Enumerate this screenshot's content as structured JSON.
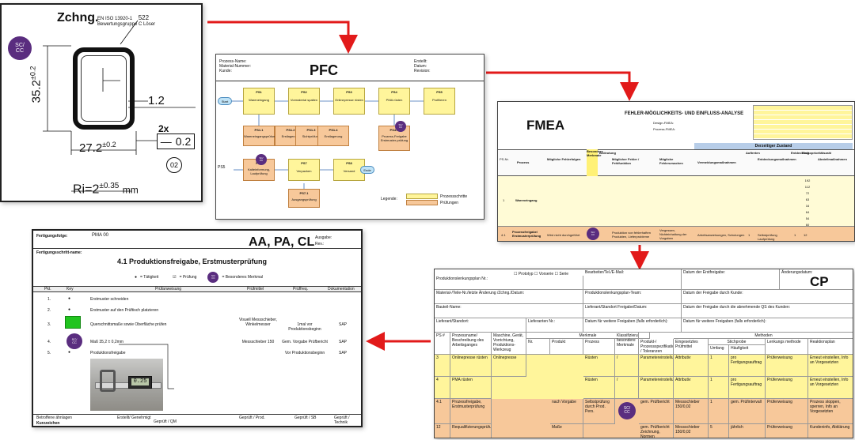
{
  "drawing": {
    "title": "Zchng.",
    "standard": "EN ISO 13920-1",
    "group": "Bewertungsgruppe C",
    "tol_ref": "522",
    "tol_note": "Löser",
    "badge": "SC/\nCC",
    "dim_height": "35.2",
    "dim_height_tol": "±0.2",
    "dim_thickness": "1.2",
    "dim_width": "27.2",
    "dim_width_tol": "±0.2",
    "count": "2x",
    "flatness_symbol": "—",
    "flatness_value": "0.2",
    "balloon": "02",
    "radius": "Ri=2",
    "radius_tol": "±0.35",
    "radius_unit": "mm"
  },
  "pfc": {
    "title": "PFC",
    "meta_left": [
      "Prozess-Name:",
      "Material-Nummer:",
      "Kunde:"
    ],
    "meta_right": [
      "Erstellt:",
      "Datum:",
      "Revision:"
    ],
    "start": "Start",
    "end": "Ende",
    "steps": [
      {
        "id": "PS1",
        "label": "Wareneingang"
      },
      {
        "id": "PS2",
        "label": "Vormaterial spalten"
      },
      {
        "id": "PS3",
        "label": "Onlinepresse rüsten"
      },
      {
        "id": "PS4",
        "label": "PMA rüsten"
      },
      {
        "id": "PS5",
        "label": "Profilieren"
      }
    ],
    "checks": [
      {
        "id": "PS1.1",
        "label": "Wareneingangsprüfung"
      },
      {
        "id": "PS1.2",
        "label": "Erstlagerung"
      },
      {
        "id": "PS1.3",
        "label": "Sichtprüfung"
      },
      {
        "id": "PS1.4",
        "label": "Erstlagerung"
      },
      {
        "id": "PS4.1",
        "label": "Prozess-Freigabe Erstmuster-prüfung"
      }
    ],
    "row2_label": "PS5",
    "row2_steps": [
      {
        "id": "PS6",
        "label": "Kalteinformung, Laufprüfung"
      },
      {
        "id": "PS7",
        "label": "Verpacken"
      },
      {
        "id": "PS8",
        "label": "Versand"
      }
    ],
    "row2_check": {
      "id": "PS7.1",
      "label": "Ausgangsprüfung"
    },
    "legend_title": "Legende:",
    "legend": [
      "Prozessschritte",
      "Prüfungen"
    ],
    "badge": "SC/\nCC"
  },
  "fmea": {
    "title": "FMEA",
    "heading": "FEHLER-MÖGLICHKEITS- UND EINFLUSS-ANALYSE",
    "design": "Design-FMEA:",
    "process": "Prozess-FMEA:",
    "current_state": "Derzeitiger Zustand",
    "columns": [
      "PS-Nr.",
      "Prozess",
      "Mögliche Fehlerfolgen",
      "Besondere Merkmale",
      "Bedeutung",
      "Möglicher Fehler / Fehlfunktion",
      "Mögliche Fehlerursachen",
      "Vermeidungsmaßnahmen",
      "Auftreten",
      "Entdeckungsmaßnahmen",
      "Entdeckung",
      "Risikoprioritätszahl",
      "Abstellmaßnahmen"
    ],
    "row1_ps": "1",
    "row1_process": "Wareneingang",
    "row41_ps": "4.1",
    "row41_process": "Prozessfreigabe/ Erstmusterprüfung",
    "row41_effect": "Wird nicht durchgeführt",
    "row41_failure": "Produktion von fehlerhaften Produkten, Lieferprobleme",
    "row41_cause": "Vergessen, Nichteinhaltung der Vorgaben",
    "row41_prevent": "Arbeitsanweisungen, Schulungen",
    "row41_detect": "Selbstprüfung Laufprüfung",
    "row41_occ": "1",
    "row41_det": "1",
    "row41_rpz": "12",
    "rpz_values": [
      "192",
      "112",
      "72",
      "63",
      "16",
      "64",
      "54",
      "60"
    ],
    "badge": "SC/\nCC"
  },
  "cp": {
    "title": "CP",
    "checkboxes": [
      "Prototyp",
      "Vorserie",
      "Serie"
    ],
    "header_cells": [
      "Produktionslenkungsplan Nr.:",
      "Bearbeiter/Tel./E-Mail:",
      "Datum der Erstfreigabe:",
      "Änderungsdatum:",
      "Material-/Teile-Nr./letzte Änderung /Zchng./Datum:",
      "Produktionslenkungsplan-Team:",
      "Datum der Freigabe durch Kunde:",
      "Bauteil-Name:",
      "Lieferant/Standort Freigabe/Datum:",
      "Datum der Freigabe durch die abnehmende QS des Kunden:",
      "Lieferant/Standort:",
      "Lieferanten Nr.:",
      "Datum für weitere Freigaben (falls erforderlich):",
      "Datum für weitere Freigaben (falls erforderlich):"
    ],
    "group_headers": [
      "Merkmale",
      "Methoden"
    ],
    "columns": [
      "PS #",
      "Prozessname/ Beschreibung des Arbeitsganges",
      "Maschine, Gerät, Vorrichtung, Produktions-Werkzeug",
      "Nr.",
      "Produkt",
      "Prozess",
      "Klassifizierung besondere Merkmale",
      "Produkt-/ Prozessspezifikation / Toleranzen",
      "Eingesetztes Prüfmittel",
      "Umfang",
      "Häufigkeit",
      "Lenkungs methode",
      "Reaktionsplan"
    ],
    "stichprobe": "Stichprobe",
    "rows": [
      {
        "ps": "3",
        "name": "Onlinepresse rüsten",
        "machine": "Onlinepresse",
        "nr": "",
        "product": "",
        "process": "Rüsten",
        "class": "/",
        "spec": "Parametereinstellung",
        "gauge": "Attributiv",
        "size": "1",
        "freq": "pro Fertigungsauftrag",
        "control": "Prüferweisung",
        "reaction": "Erneut einstellen, Info an Vorgesetzten"
      },
      {
        "ps": "4",
        "name": "PMA rüsten",
        "machine": "",
        "nr": "",
        "product": "",
        "process": "Rüsten",
        "class": "/",
        "spec": "Parametereinstellung",
        "gauge": "Attributiv",
        "size": "1",
        "freq": "pro Fertigungsauftrag",
        "control": "Prüferweisung",
        "reaction": "Erneut einstellen, Info an Vorgesetzten"
      },
      {
        "ps": "4.1",
        "name": "Prozessfreigabe, Erstmusterprüfung",
        "machine": "",
        "nr": "",
        "product": "nach Vorgabe",
        "process": "Selbstprüfung durch Prod. Pers.",
        "class": "",
        "spec": "gem. Prüfbericht",
        "gauge": "Messschieber 150/0,02",
        "size": "1",
        "freq": "gem. Prüfintervall",
        "control": "Prüferweisung",
        "reaction": "Prozess stoppen, sperren, Info an Vorgesetzten"
      },
      {
        "ps": "12",
        "name": "Requalifizierungsprüfung",
        "machine": "",
        "nr": "",
        "product": "Maße",
        "process": "",
        "class": "",
        "spec": "gem. Prüfbericht Zeichnung, Normen",
        "gauge": "Messschieber 150/0,02",
        "size": "5",
        "freq": "jährlich",
        "control": "Prüferweisung",
        "reaction": "Kundeninfo, Abklärung"
      }
    ],
    "badge": "SC/\nCC"
  },
  "aa": {
    "label_nr": "Fertigungsfolge:",
    "value_nr": "PMA 00",
    "title": "AA, PA, CL",
    "issue": "Ausgabe:",
    "rev": "Rev.:",
    "step_label": "Fertigungsschritt-name:",
    "heading": "4.1 Produktionsfreigabe, Erstmusterprüfung",
    "legend_activity": "= Tätigkeit",
    "legend_check": "= Prüfung",
    "legend_special": "= Besonderes Merkmal",
    "badge": "SC/\nCC",
    "columns": [
      "Pkt.",
      "Key",
      "Prüfanweisung",
      "Prüfmittel",
      "Prüffreq.",
      "Dokumentation"
    ],
    "rows": [
      {
        "pkt": "1.",
        "text": "Erstmuster schneiden",
        "gauge": "",
        "freq": "",
        "doc": ""
      },
      {
        "pkt": "2.",
        "text": "Erstmuster auf den Prüftisch platzieren",
        "gauge": "",
        "freq": "",
        "doc": ""
      },
      {
        "pkt": "3.",
        "text": "Querschnittsmaße sowie Oberfläche prüfen",
        "gauge": "Visuell Messschieber, Winkelmesser",
        "freq": "1mal vor Produktionsbeginn",
        "doc": "SAP"
      },
      {
        "pkt": "4.",
        "text": "Maß 35,2 ± 0,2mm",
        "gauge": "Messschieber 150",
        "freq": "Gem. Vorgabe Prüfbericht",
        "doc": "SAP"
      },
      {
        "pkt": "5.",
        "text": "Produktionsfreigabe",
        "gauge": "",
        "freq": "Vor Produktionsbeginn",
        "doc": "SAP"
      }
    ],
    "photo_text": "0.25",
    "footer": [
      "Betroffene ähnlagen",
      "Kurzzeichen",
      "Erstellt/ Genehmigt",
      "Geprüft / QM",
      "Geprüft / Prod.",
      "Geprüft / SB",
      "Geprüft / Technik"
    ]
  }
}
